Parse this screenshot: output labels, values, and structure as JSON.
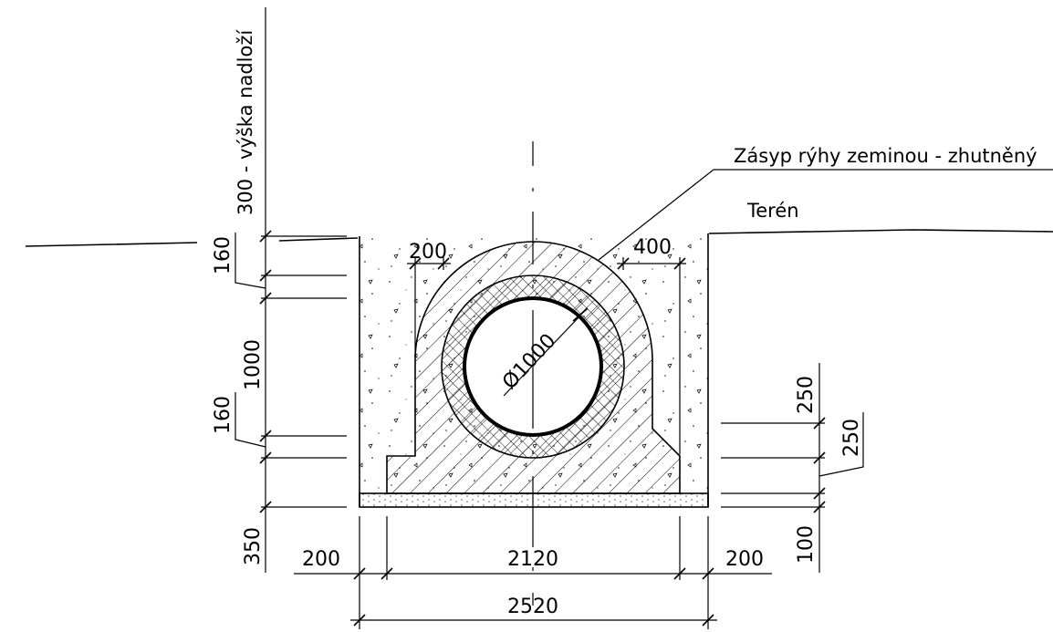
{
  "labels": {
    "overburden": "300 - výška nadloží",
    "backfill": "Zásyp rýhy zeminou - zhutněný",
    "terrain": "Terén",
    "pipe_diameter": "Ø1000"
  },
  "dimensions": {
    "left_160_top": "160",
    "left_1000": "1000",
    "left_160_bottom": "160",
    "left_350": "350",
    "top_200": "200",
    "top_400": "400",
    "right_250_a": "250",
    "right_250_b": "250",
    "right_100": "100",
    "bottom_200_left": "200",
    "bottom_2120": "2120",
    "bottom_200_right": "200",
    "bottom_2520": "2520"
  }
}
